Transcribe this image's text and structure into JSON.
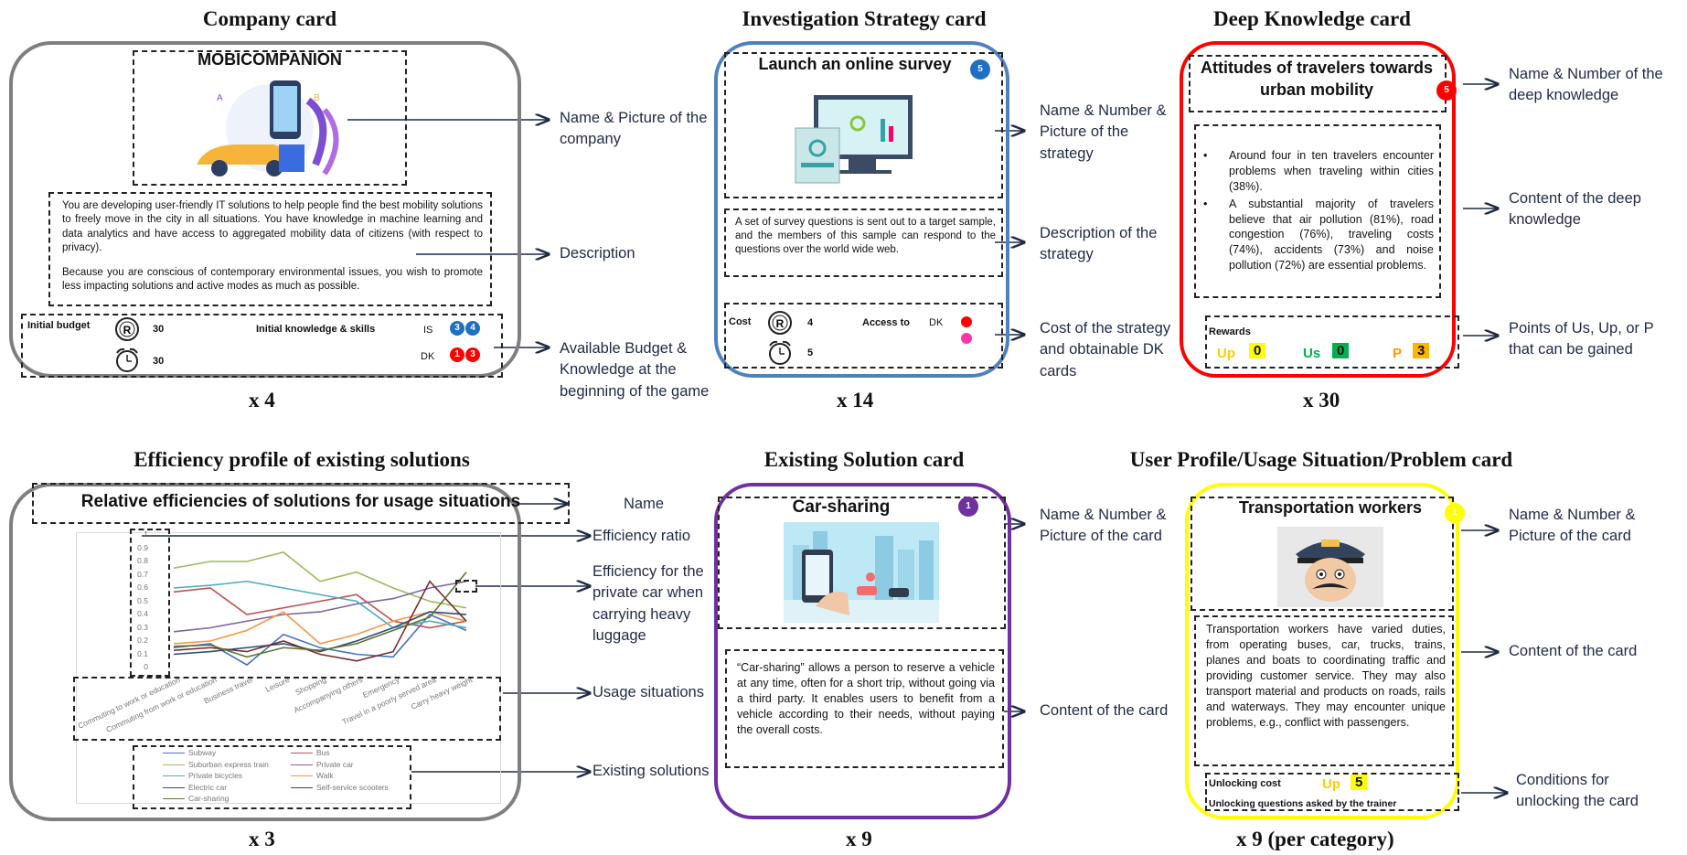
{
  "titles": {
    "company": "Company card",
    "strategy": "Investigation Strategy card",
    "deep": "Deep Knowledge card",
    "efficiency": "Efficiency profile of existing solutions",
    "existing": "Existing Solution card",
    "user": "User Profile/Usage Situation/Problem card"
  },
  "counts": {
    "company": "x 4",
    "strategy": "x 14",
    "deep": "x 30",
    "efficiency": "x 3",
    "existing": "x 9",
    "user": "x 9 (per category)"
  },
  "company_card": {
    "name": "MOBICOMPANION",
    "description_p1": "You are developing user-friendly IT solutions to help people find the best mobility solutions to freely move in the city in all situations. You have knowledge in machine learning and data analytics and have access to aggregated mobility data of citizens (with respect to privacy).",
    "description_p2": "Because you are conscious of contemporary environmental issues, you wish to promote less impacting solutions and active modes as much as possible.",
    "budget_label": "Initial budget",
    "budget_r": "30",
    "budget_t": "30",
    "knowledge_label": "Initial knowledge & skills",
    "is_label": "IS",
    "is_values": [
      "3",
      "4"
    ],
    "dk_label": "DK",
    "dk_values": [
      "1",
      "3"
    ]
  },
  "strategy_card": {
    "name": "Launch an online survey",
    "number": "5",
    "description": "A set of survey questions is sent out to a target sample, and the members of this sample can respond to the questions over the world wide web.",
    "cost_label": "Cost",
    "cost_r": "4",
    "cost_t": "5",
    "access_label": "Access to",
    "dk_label": "DK"
  },
  "deep_card": {
    "name": "Attitudes of travelers towards urban mobility",
    "number": "5",
    "bullets": [
      "Around four in ten travelers encounter problems when traveling within cities (38%).",
      "A substantial majority of travelers believe that air pollution (81%), road congestion (76%), traveling costs (74%), accidents (73%) and noise pollution (72%) are essential problems."
    ],
    "rewards_label": "Rewards",
    "up_label": "Up",
    "up_value": "0",
    "us_label": "Us",
    "us_value": "0",
    "p_label": "P",
    "p_value": "3"
  },
  "efficiency_card": {
    "name": "Relative efficiencies of solutions for usage situations"
  },
  "existing_card": {
    "name": "Car-sharing",
    "number": "1",
    "content": "“Car-sharing” allows a person to reserve a vehicle at any time, often for a short trip, without going via a third party. It enables users to benefit from a vehicle according to their needs, without paying the overall costs."
  },
  "user_card": {
    "name": "Transportation workers",
    "number": "1",
    "content": "Transportation workers have varied duties, from operating buses, car, trucks, trains, planes and boats to coordinating traffic and providing customer service. They may also transport material and products on roads, rails and waterways. They may encounter unique problems, e.g., conflict with passengers.",
    "unlock_cost_label": "Unlocking cost",
    "up_label": "Up",
    "up_value": "5",
    "unlock_questions_label": "Unlocking questions asked by the trainer"
  },
  "annotations": {
    "company_name": "Name & Picture of the company",
    "company_desc": "Description",
    "company_budget": "Available Budget & Knowledge at the beginning of the game",
    "strategy_name": "Name & Number & Picture of the strategy",
    "strategy_desc": "Description of the strategy",
    "strategy_cost": "Cost of the strategy and obtainable DK cards",
    "deep_name": "Name & Number of the deep knowledge",
    "deep_content": "Content of the deep knowledge",
    "deep_points": "Points of Us, Up, or P that can be gained",
    "eff_name": "Name",
    "eff_ratio": "Efficiency ratio",
    "eff_private": "Efficiency for the private car when carrying heavy luggage",
    "eff_usage": "Usage situations",
    "eff_solutions": "Existing solutions",
    "exist_name": "Name & Number & Picture of the card",
    "exist_content": "Content of the card",
    "user_name": "Name & Number & Picture of the card",
    "user_content": "Content of the card",
    "user_unlock": "Conditions for unlocking the card"
  },
  "colors": {
    "company_border": "#7f7f7f",
    "strategy_border": "#4f81bd",
    "deep_border": "#ff0000",
    "efficiency_border": "#7f7f7f",
    "existing_border": "#7030a0",
    "user_border": "#ffff00",
    "badge_blue": "#1f6fc5",
    "badge_red": "#ff0000",
    "badge_purple": "#7030a0",
    "badge_yellow": "#ffff00",
    "up_yellow": "#ffcc00",
    "us_green": "#00b050",
    "p_orange": "#ff9900"
  },
  "chart_data": {
    "type": "line",
    "title": "",
    "ylim": [
      0,
      1
    ],
    "yticks": [
      "1",
      "0.9",
      "0.8",
      "0.7",
      "0.6",
      "0.5",
      "0.4",
      "0.3",
      "0.2",
      "0.1",
      "0"
    ],
    "categories": [
      "Commuting to work or education",
      "Commuting from work or education",
      "Business travel",
      "Leisure",
      "Shopping",
      "Accompanying others",
      "Emergency",
      "Travel in a poorly served area",
      "Carry heavy weight"
    ],
    "series": [
      {
        "name": "Subway",
        "color": "#4472c4",
        "values": [
          0.15,
          0.18,
          0.02,
          0.25,
          0.15,
          0.1,
          0.08,
          0.4,
          0.28
        ]
      },
      {
        "name": "Bus",
        "color": "#c0504d",
        "values": [
          0.57,
          0.6,
          0.4,
          0.45,
          0.5,
          0.55,
          0.35,
          0.3,
          0.35
        ]
      },
      {
        "name": "Suburban express train",
        "color": "#9bbb59",
        "values": [
          0.75,
          0.8,
          0.8,
          0.87,
          0.65,
          0.72,
          0.6,
          0.5,
          0.45
        ]
      },
      {
        "name": "Private car",
        "color": "#8064a2",
        "values": [
          0.27,
          0.3,
          0.35,
          0.4,
          0.42,
          0.48,
          0.52,
          0.6,
          0.65
        ]
      },
      {
        "name": "Private bicycles",
        "color": "#4bacc6",
        "values": [
          0.6,
          0.62,
          0.65,
          0.6,
          0.55,
          0.5,
          0.3,
          0.35,
          0.3
        ]
      },
      {
        "name": "Walk",
        "color": "#f79646",
        "values": [
          0.18,
          0.2,
          0.28,
          0.42,
          0.18,
          0.25,
          0.35,
          0.42,
          0.35
        ]
      },
      {
        "name": "Electric car",
        "color": "#2c4d75",
        "values": [
          0.1,
          0.12,
          0.15,
          0.18,
          0.12,
          0.2,
          0.3,
          0.42,
          0.4
        ]
      },
      {
        "name": "Self-service scooters",
        "color": "#772c2a",
        "values": [
          0.13,
          0.15,
          0.12,
          0.2,
          0.1,
          0.05,
          0.12,
          0.65,
          0.35
        ]
      },
      {
        "name": "Car-sharing",
        "color": "#5f7530",
        "values": [
          0.16,
          0.17,
          0.08,
          0.15,
          0.13,
          0.18,
          0.28,
          0.38,
          0.72
        ]
      }
    ]
  }
}
